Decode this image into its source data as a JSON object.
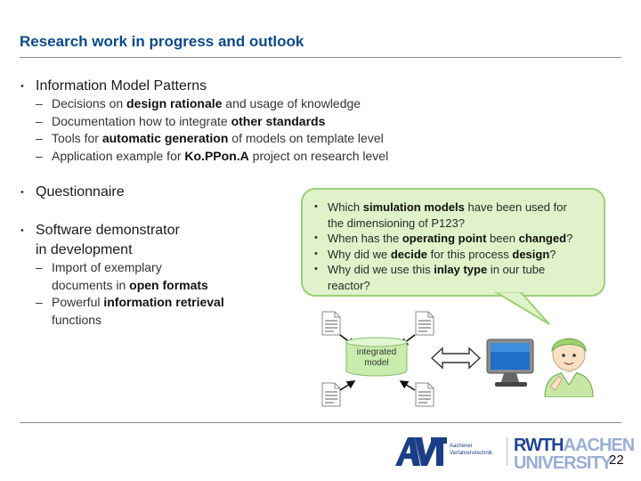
{
  "title": "Research work in progress and outlook",
  "bullets": {
    "patterns": {
      "label": "Information Model Patterns",
      "items": [
        {
          "pre": "Decisions on ",
          "bold": "design rationale",
          "post": " and usage of knowledge"
        },
        {
          "pre": "Documentation how to integrate ",
          "bold": "other standards",
          "post": ""
        },
        {
          "pre": "Tools for ",
          "bold": "automatic generation",
          "post": " of models on template level"
        },
        {
          "pre": "Application example for ",
          "bold": "Ko.PPon.A",
          "post": " project on research level"
        }
      ]
    },
    "questionnaire": {
      "label": "Questionnaire"
    },
    "software": {
      "label_line1": "Software demonstrator",
      "label_line2": "in development",
      "items": [
        {
          "l1": "Import of exemplary",
          "l2_pre": "documents in ",
          "l2_bold": "open formats"
        },
        {
          "l1_pre": "Powerful ",
          "l1_bold": "information retrieval",
          "l2": "functions"
        }
      ]
    }
  },
  "bubble": {
    "questions": [
      {
        "pre": "Which ",
        "bold": "simulation models",
        "post": " have been used for",
        "line2": "the dimensioning of P123?"
      },
      {
        "pre": "When has the ",
        "bold": "operating point",
        "post": " been ",
        "bold2": "changed",
        "post2": "?"
      },
      {
        "pre": "Why did we ",
        "bold": "decide",
        "post": " for this process ",
        "bold2": "design",
        "post2": "?"
      },
      {
        "pre": "Why did we use this ",
        "bold": "inlay type",
        "post": " in our tube",
        "line2": "reactor?"
      }
    ]
  },
  "diagram": {
    "model_label_line1": "integrated",
    "model_label_line2": "model"
  },
  "footer": {
    "avt_text_line1": "Aachener",
    "avt_text_line2": "Verfahrenstechnik",
    "rwth_dark": "RWTH",
    "rwth_light_1": "AACHEN",
    "rwth_light_2": "UNIVERSITY",
    "page_number": "22"
  },
  "colors": {
    "title": "#0a4a8c",
    "bubble_fill": "#dff2c9",
    "bubble_border": "#9ccf77",
    "rwth_blue": "#1f4496"
  }
}
